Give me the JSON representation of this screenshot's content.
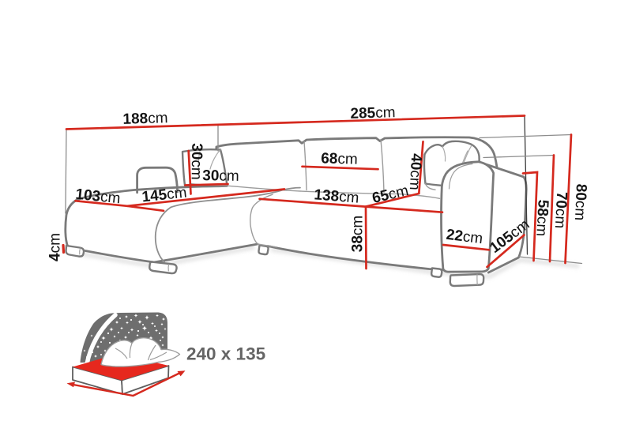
{
  "figure": {
    "type": "furniture dimension diagram",
    "subject": "corner sofa with sleeping function",
    "background": "#ffffff"
  },
  "colors": {
    "dimension_red": "#d5291e",
    "sofa_outline_gray": "#7a7a7a",
    "thin_detail_gray": "#9c9c9c",
    "projection_dark": "#3c3c3c",
    "label_black": "#141414",
    "muted_gray_text": "#656565",
    "night_panel_gray": "#6e6e6e",
    "mattress_red": "#e6281e"
  },
  "dimensions": {
    "width_total": {
      "value": "285",
      "unit": "cm"
    },
    "depth_total": {
      "value": "188",
      "unit": "cm"
    },
    "chaise_width": {
      "value": "103",
      "unit": "cm"
    },
    "chaise_length": {
      "value": "145",
      "unit": "cm"
    },
    "pillow_height": {
      "value": "30",
      "unit": "cm"
    },
    "pillow_width": {
      "value": "30",
      "unit": "cm"
    },
    "back_cushion": {
      "value": "68",
      "unit": "cm"
    },
    "backrest_height": {
      "value": "40",
      "unit": "cm"
    },
    "seat_depth": {
      "value": "65",
      "unit": "cm"
    },
    "seat_width": {
      "value": "138",
      "unit": "cm"
    },
    "seat_height": {
      "value": "38",
      "unit": "cm"
    },
    "armrest_width": {
      "value": "22",
      "unit": "cm"
    },
    "side_depth": {
      "value": "105",
      "unit": "cm"
    },
    "armrest_height": {
      "value": "58",
      "unit": "cm"
    },
    "back_frame_height": {
      "value": "70",
      "unit": "cm"
    },
    "total_height": {
      "value": "80",
      "unit": "cm"
    },
    "leg_height": {
      "value": "4",
      "unit": "cm"
    }
  },
  "sleeping_area": {
    "label": "240 x 135"
  }
}
